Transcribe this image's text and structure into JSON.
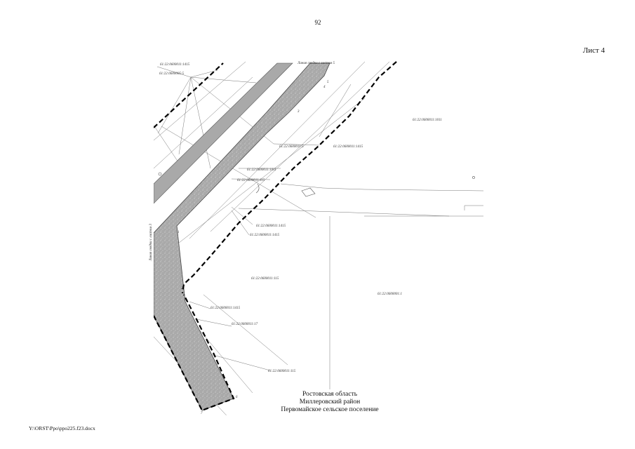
{
  "page": {
    "number": "92",
    "sheet_label": "Лист 4",
    "file_path": "Y:\\ORST\\Ppo\\ppo225.f23.docx"
  },
  "map": {
    "caption": [
      "Ростовская область",
      "Миллеровский район",
      "Первомайское сельское поселение"
    ],
    "boundary_note_top": "Линия сводки с листом 5",
    "boundary_note_left": "Линия сводки с листом 3",
    "parcel_labels": [
      "61:22:0600011:1415",
      "61:22:0600005:5",
      "61:22:0600011:1011",
      "61:22:0600011:5",
      "61:22:0600011:1011",
      "61:22:0600011:115",
      "61:22:0600011:1415",
      "61:22:0600011:1415",
      "61:22:0600011:115",
      "61:22:0600001:1",
      "61:22:0600011:1415",
      "61:22:0600011:17",
      "61:22:0600011:115",
      "61:22:0600011:1415"
    ],
    "point_numbers": [
      "1",
      "2",
      "3",
      "4",
      "5",
      "6",
      "7"
    ]
  }
}
